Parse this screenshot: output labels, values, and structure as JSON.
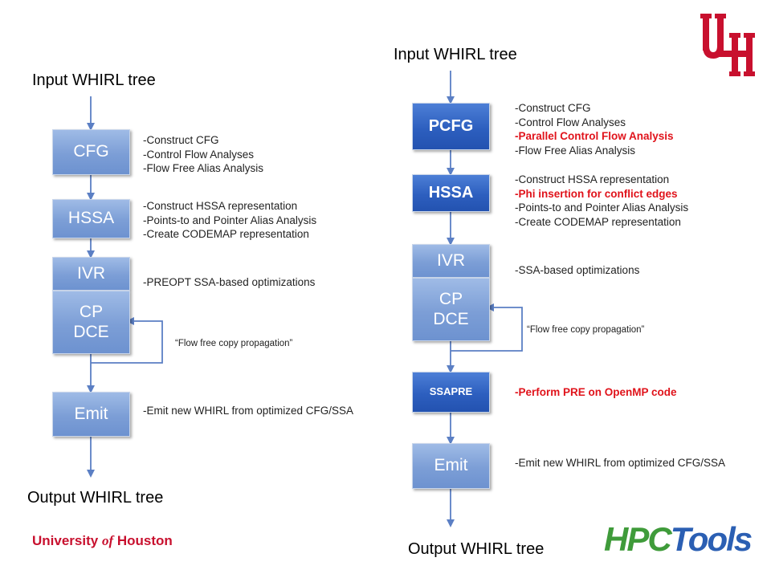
{
  "left": {
    "input_label": "Input WHIRL tree",
    "output_label": "Output WHIRL tree",
    "boxes": {
      "cfg": "CFG",
      "hssa": "HSSA",
      "ivr": "IVR",
      "cpdce": "CP\nDCE",
      "emit": "Emit"
    },
    "notes": {
      "cfg": [
        "-Construct CFG",
        "-Control Flow Analyses",
        "-Flow Free Alias Analysis"
      ],
      "hssa": [
        "-Construct HSSA representation",
        "-Points-to and Pointer Alias Analysis",
        "-Create CODEMAP representation"
      ],
      "ivr": [
        "-PREOPT SSA-based optimizations"
      ],
      "loop": "“Flow free copy propagation”",
      "emit": [
        "-Emit new WHIRL from optimized CFG/SSA"
      ]
    }
  },
  "right": {
    "input_label": "Input WHIRL tree",
    "output_label": "Output WHIRL tree",
    "boxes": {
      "pcfg": "PCFG",
      "hssa": "HSSA",
      "ivr": "IVR",
      "cpdce": "CP\nDCE",
      "ssapre": "SSAPRE",
      "emit": "Emit"
    },
    "notes": {
      "pcfg": [
        {
          "text": "-Construct CFG",
          "highlight": false
        },
        {
          "text": "-Control Flow Analyses",
          "highlight": false
        },
        {
          "text": "-Parallel Control Flow Analysis",
          "highlight": true
        },
        {
          "text": "-Flow Free Alias Analysis",
          "highlight": false
        }
      ],
      "hssa": [
        {
          "text": "-Construct HSSA representation",
          "highlight": false
        },
        {
          "text": "-Phi insertion for conflict edges",
          "highlight": true
        },
        {
          "text": "-Points-to and Pointer Alias Analysis",
          "highlight": false
        },
        {
          "text": "-Create CODEMAP representation",
          "highlight": false
        }
      ],
      "ivr": [
        "-SSA-based optimizations"
      ],
      "loop": "“Flow free copy propagation”",
      "ssapre": [
        {
          "text": "-Perform PRE on OpenMP code",
          "highlight": true
        }
      ],
      "emit": [
        "-Emit new WHIRL from optimized CFG/SSA"
      ]
    }
  },
  "branding": {
    "university_prefix": "University ",
    "university_of": "of",
    "university_suffix": " Houston",
    "hpctools": "HPCTools"
  },
  "colors": {
    "box_light": "#7c9ed6",
    "box_dark": "#2d5fbf",
    "arrow": "#5b7fc4",
    "highlight": "#e0131b",
    "uh_red": "#c8102e",
    "hpc_green": "#3f9b3a",
    "hpc_blue": "#2b5fb3"
  }
}
